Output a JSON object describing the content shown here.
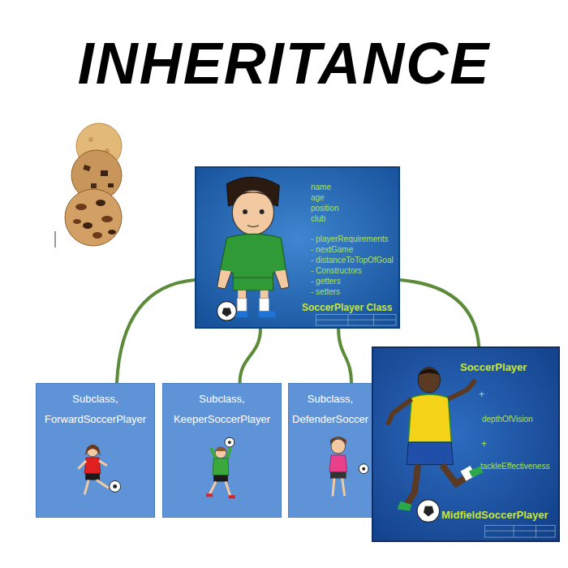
{
  "diagram": {
    "title": "INHERITANCE",
    "nodes": [
      {
        "text": [
          "name",
          "age",
          "position",
          "club",
          "- playerRequirements",
          "- nextGame",
          "- distanceToTopOfGoal",
          "- Constructors",
          "- getters",
          "- setters",
          "SoccerPlayer Class"
        ]
      },
      {
        "text": [
          "Subclass, ForwardSoccerPlayer"
        ]
      },
      {
        "text": [
          "Subclass, KeeperSoccerPlayer"
        ]
      },
      {
        "text": [
          "Subclass, DefenderSoccer"
        ]
      },
      {
        "text": [
          "SoccerPlayer",
          "+",
          "depthOfVision",
          "+",
          "tackleEffectiveness",
          "MidfieldSoccerPlayer"
        ]
      }
    ],
    "edges": [
      {
        "from": 0,
        "to": 1,
        "arrow": "none"
      },
      {
        "from": 0,
        "to": 2,
        "arrow": "none"
      },
      {
        "from": 0,
        "to": 3,
        "arrow": "none"
      },
      {
        "from": 0,
        "to": 4,
        "arrow": "none"
      }
    ]
  }
}
